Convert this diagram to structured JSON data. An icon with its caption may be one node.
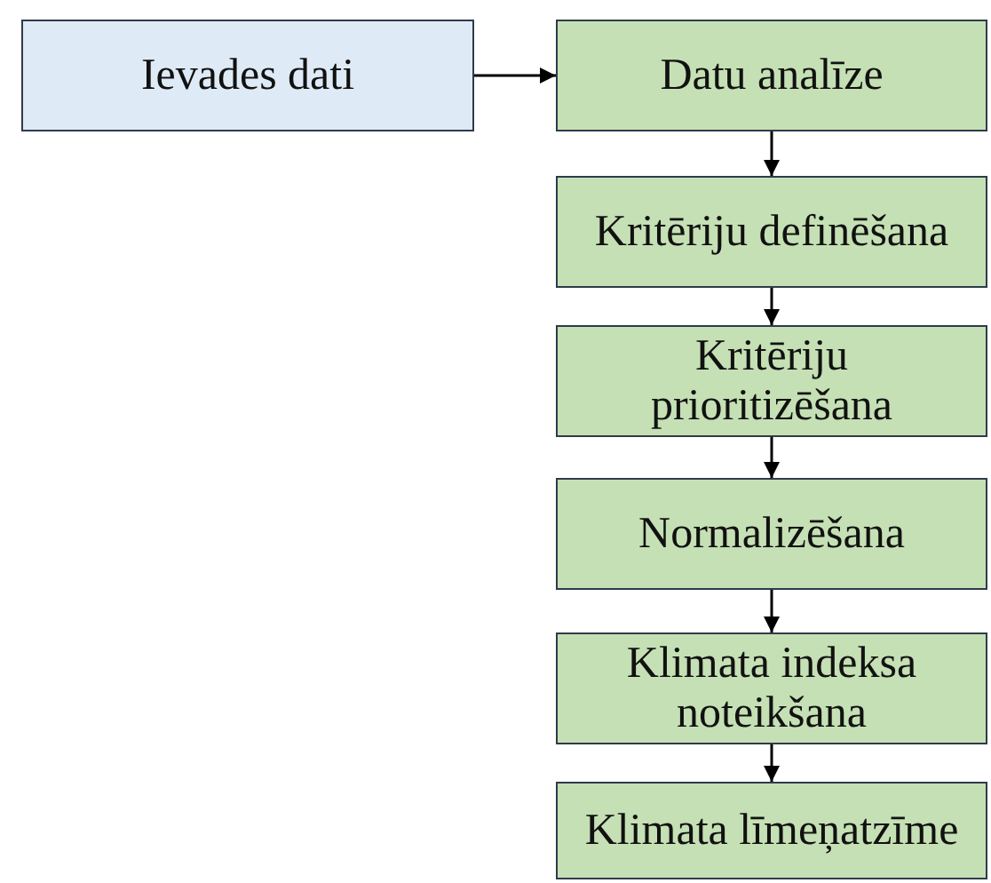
{
  "diagram": {
    "nodes": [
      {
        "text": [
          "Ievades dati"
        ]
      },
      {
        "text": [
          "Datu analīze"
        ]
      },
      {
        "text": [
          "Kritēriju definēšana"
        ]
      },
      {
        "text": [
          "Kritēriju prioritizēšana"
        ]
      },
      {
        "text": [
          "Normalizēšana"
        ]
      },
      {
        "text": [
          "Klimata indeksa noteikšana"
        ]
      },
      {
        "text": [
          "Klimata līmeņatzīme"
        ]
      }
    ],
    "edges": [
      {
        "from": 0,
        "to": 1,
        "arrow": "to"
      },
      {
        "from": 1,
        "to": 2,
        "arrow": "to"
      },
      {
        "from": 2,
        "to": 3,
        "arrow": "to"
      },
      {
        "from": 3,
        "to": 4,
        "arrow": "to"
      },
      {
        "from": 4,
        "to": 5,
        "arrow": "to"
      },
      {
        "from": 5,
        "to": 6,
        "arrow": "to"
      }
    ]
  }
}
